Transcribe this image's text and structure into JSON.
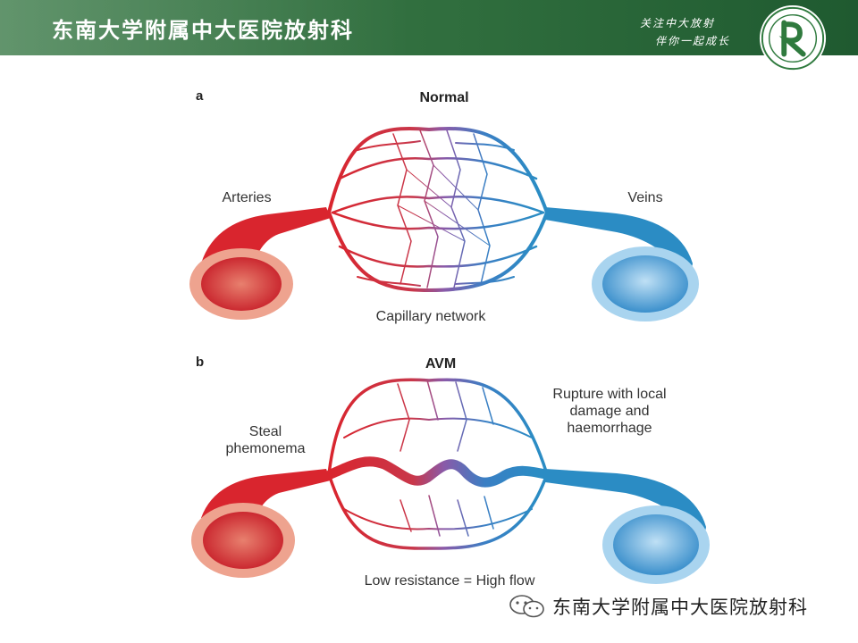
{
  "header": {
    "title": "东南大学附属中大医院放射科",
    "slogan_line1": "关注中大放射",
    "slogan_line2": "伴你一起成长"
  },
  "diagram": {
    "panel_a": {
      "letter": "a",
      "title": "Normal",
      "left_label": "Arteries",
      "right_label": "Veins",
      "bottom_label": "Capillary network"
    },
    "panel_b": {
      "letter": "b",
      "title": "AVM",
      "left_label_line1": "Steal",
      "left_label_line2": "phemonema",
      "right_label_line1": "Rupture with local",
      "right_label_line2": "damage and",
      "right_label_line3": "haemorrhage",
      "bottom_label": "Low resistance = High flow"
    }
  },
  "watermark": {
    "text": "东南大学附属中大医院放射科",
    "icon": "wechat-icon"
  },
  "colors": {
    "header_green": "#2f6d3d",
    "artery_red": "#d9252e",
    "vein_blue": "#2b8cc4",
    "capillary_purple": "#8a5aa8"
  }
}
